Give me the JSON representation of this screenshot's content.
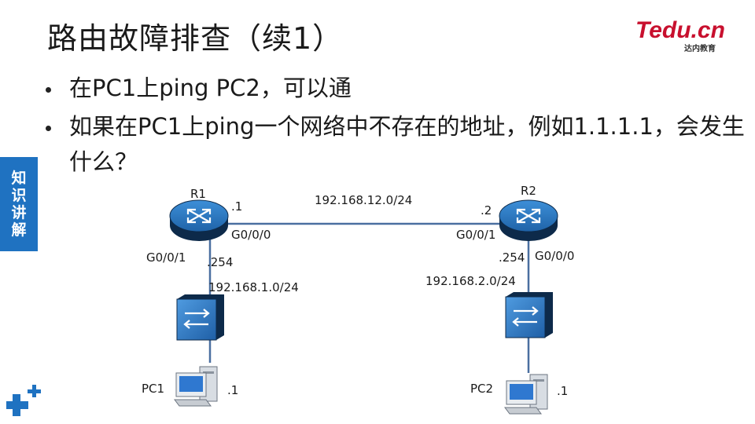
{
  "title": "路由故障排查（续1）",
  "bullets": [
    "在PC1上ping PC2，可以通",
    "如果在PC1上ping一个网络中不存在的地址，例如1.1.1.1，会发生什么？"
  ],
  "sidetab": [
    "知",
    "识",
    "讲",
    "解"
  ],
  "logo": {
    "brand": "Tedu.cn",
    "sub": "达内教育",
    "color": "#c8102e"
  },
  "colors": {
    "accent": "#1f72c1",
    "link": "#4a6fa0"
  },
  "diagram": {
    "r1": {
      "name": "R1",
      "ip_wan": ".1",
      "if_wan": "G0/0/0",
      "if_lan": "G0/0/1",
      "ip_lan": ".254",
      "lan_net": "192.168.1.0/24"
    },
    "r2": {
      "name": "R2",
      "ip_wan": ".2",
      "if_wan": "G0/0/1",
      "if_lan": "G0/0/0",
      "ip_lan": ".254",
      "lan_net": "192.168.2.0/24"
    },
    "wan_net": "192.168.12.0/24",
    "pc1": {
      "name": "PC1",
      "ip": ".1"
    },
    "pc2": {
      "name": "PC2",
      "ip": ".1"
    }
  }
}
